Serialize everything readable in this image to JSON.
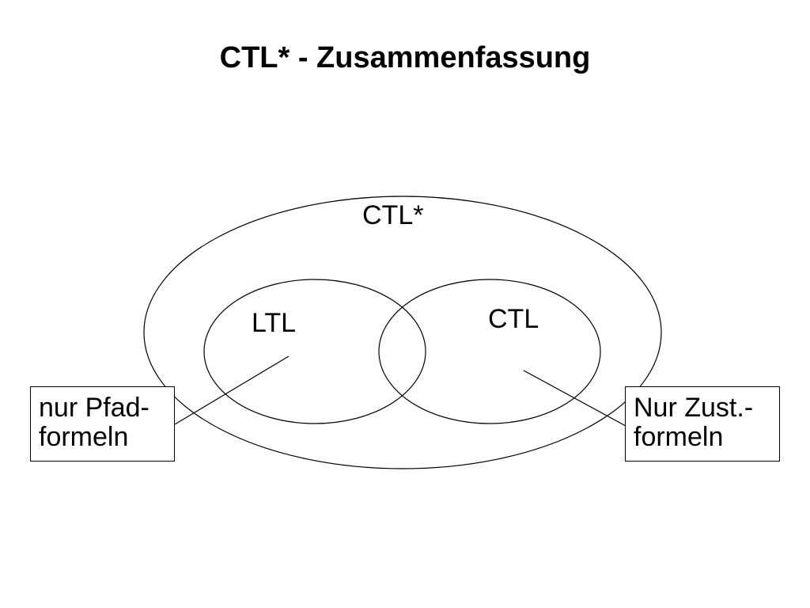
{
  "slide": {
    "title": "CTL* - Zusammenfassung"
  },
  "diagram": {
    "outer_set": {
      "label": "CTL*"
    },
    "left_set": {
      "label": "LTL"
    },
    "right_set": {
      "label": "CTL"
    },
    "left_note": {
      "line1": "nur Pfad-",
      "line2": "formeln"
    },
    "right_note": {
      "line1": "Nur Zust.-",
      "line2": "formeln"
    }
  }
}
